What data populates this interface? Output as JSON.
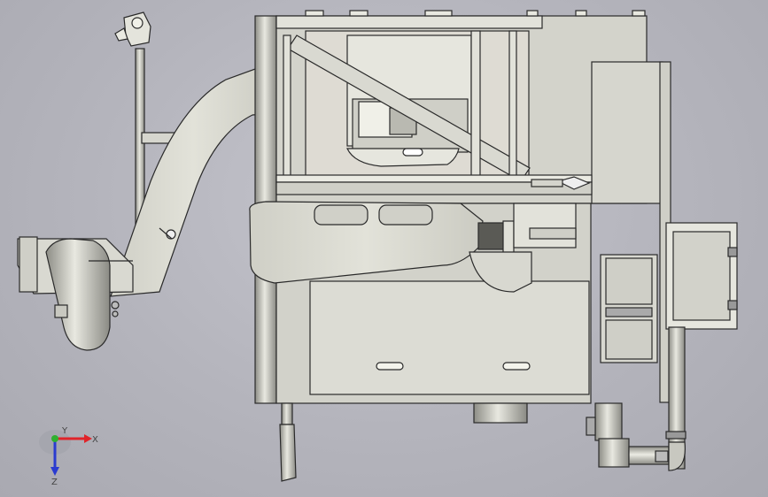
{
  "viewport": {
    "background_color": "#b9b9c1",
    "model_fill": "#d8d8d0",
    "model_stroke": "#2a2a2a"
  },
  "triad": {
    "x_label": "X",
    "y_label": "Y",
    "z_label": "Z",
    "x_color": "#e0242a",
    "y_color": "#2fb02f",
    "z_color": "#2a3bd0"
  }
}
